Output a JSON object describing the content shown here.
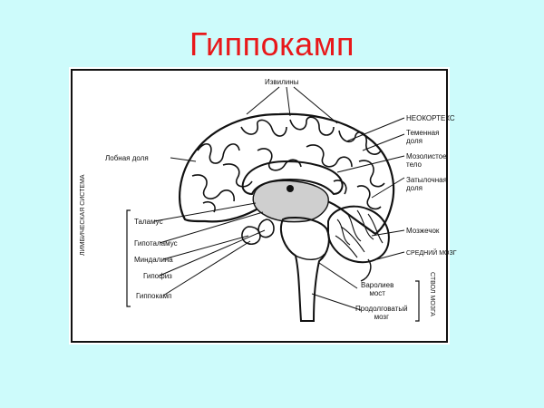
{
  "slide": {
    "title": "Гиппокамп",
    "background": "#cdfbfb",
    "title_color": "#e8181a"
  },
  "diagram": {
    "labels": {
      "izviliny": "Извилины",
      "neocortex": "НЕОКОРТЕКС",
      "temennaya": "Теменная\nдоля",
      "lobnaya": "Лобная доля",
      "mozolistoe": "Мозолистое\nтело",
      "zatylochnaya": "Затылочная\nдоля",
      "talamus": "Таламус",
      "gipotalamus": "Гипоталамус",
      "mozzhechok": "Мозжечок",
      "mindalina": "Миндалина",
      "sredniy_mozg": "СРЕДНИЙ МОЗГ",
      "gipofiz": "Гипофиз",
      "varoliev": "Варолиев\nмост",
      "gippokamp": "Гиппокамп",
      "prodolgovaty": "Продолговатый\nмозг",
      "limbic_system": "ЛИМБИЧЕСКАЯ СИСТЕМА",
      "stvol_mozga": "СТВОЛ МОЗГА"
    }
  }
}
